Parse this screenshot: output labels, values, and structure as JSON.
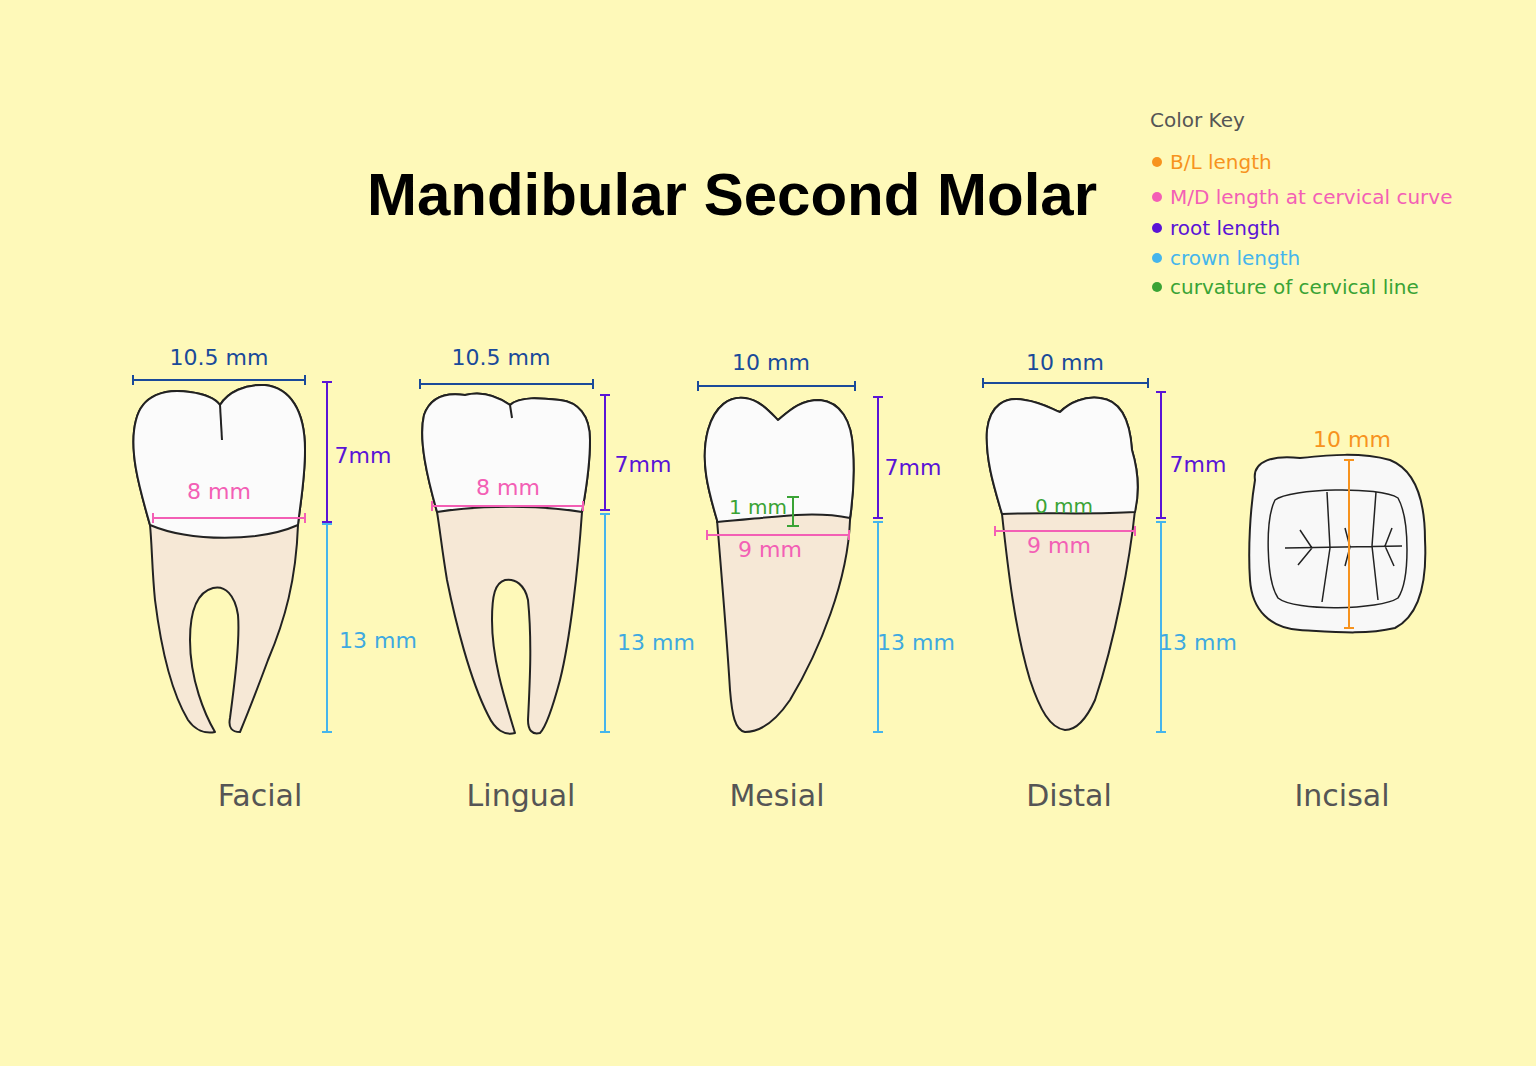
{
  "diagram": {
    "title": "Mandibular Second Molar",
    "labels": [
      "Color Key",
      "10.5 mm",
      "7mm",
      "8 mm",
      "13 mm",
      "10.5 mm",
      "7mm",
      "8 mm",
      "13 mm",
      "10 mm",
      "7mm",
      "1 mm",
      "9 mm",
      "13 mm",
      "10 mm",
      "7mm",
      "0 mm",
      "9 mm",
      "13 mm",
      "10 mm",
      "Facial",
      "Lingual",
      "Mesial",
      "Distal",
      "Incisal"
    ],
    "legend": [
      {
        "text": "B/L length",
        "color": "#f7931e"
      },
      {
        "text": "M/D length at cervical curve",
        "color": "#f35fb5"
      },
      {
        "text": "root length",
        "color": "#5a14d6"
      },
      {
        "text": "crown length",
        "color": "#45b5ec"
      },
      {
        "text": "curvature of cervical line",
        "color": "#3aa335"
      }
    ]
  }
}
